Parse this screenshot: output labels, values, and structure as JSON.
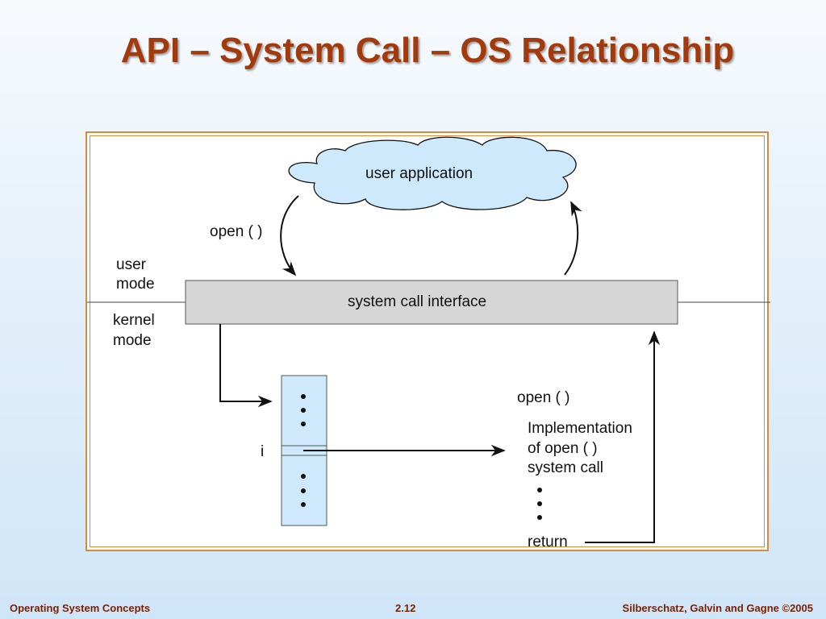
{
  "slide": {
    "title": "API – System Call – OS Relationship"
  },
  "diagram": {
    "cloud_label": "user application",
    "call_open_label": "open ( )",
    "user_mode_line1": "user",
    "user_mode_line2": "mode",
    "kernel_mode_line1": "kernel",
    "kernel_mode_line2": "mode",
    "interface_label": "system call interface",
    "table_index_label": "i",
    "impl_open_label": "open ( )",
    "impl_line1": "Implementation",
    "impl_line2": "of open ( )",
    "impl_line3": "system call",
    "return_label": "return"
  },
  "footer": {
    "left": "Operating System Concepts",
    "center": "2.12",
    "right": "Silberschatz, Galvin and Gagne ©2005"
  }
}
